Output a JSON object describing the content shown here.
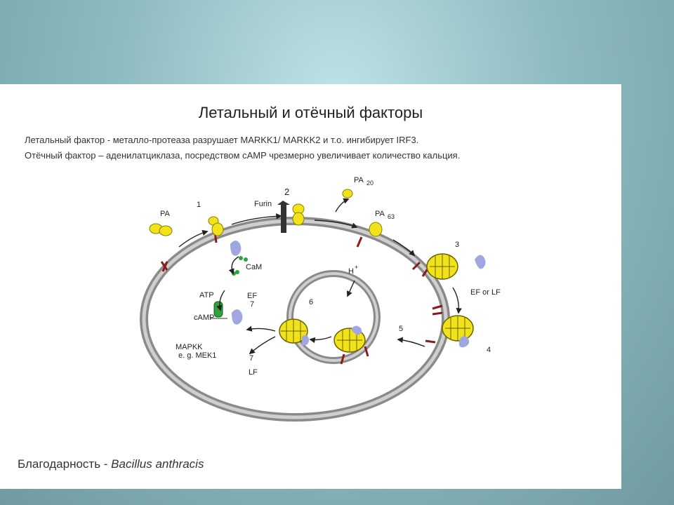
{
  "title": "Летальный и отёчный факторы",
  "description_lines": [
    "Летальный фактор - металло-протеаза разрушает MARKK1/ MARKK2 и т.о. ингибирует IRF3.",
    "Отёчный фактор – аденилатциклаза, посредством сAMP чрезмерно увеличивает количество кальция."
  ],
  "credit": {
    "prefix": "Благодарность - ",
    "organism": "Bacillus anthracis"
  },
  "diagram": {
    "labels": {
      "pa": "PA",
      "pa20": "PA",
      "pa20_sub": "20",
      "pa63": "PA",
      "pa63_sub": "63",
      "furin": "Furin",
      "cam": "CaM",
      "atp": "ATP",
      "camp": "cAMP",
      "ef": "EF",
      "lf": "LF",
      "ef_or_lf": "EF or LF",
      "mapkk": "MAPKK",
      "mek1": "e. g. MEK1",
      "h_plus": "H",
      "h_sup": "+"
    },
    "steps": [
      "1",
      "2",
      "3",
      "4",
      "5",
      "6",
      "7",
      "7"
    ],
    "colors": {
      "toxin_yellow": "#f2e21a",
      "membrane_gray": "#8a8a8a",
      "receptor_red": "#8b1a1a",
      "factor_lavender": "#9fa6e0",
      "cam_green": "#2fa33a"
    }
  }
}
